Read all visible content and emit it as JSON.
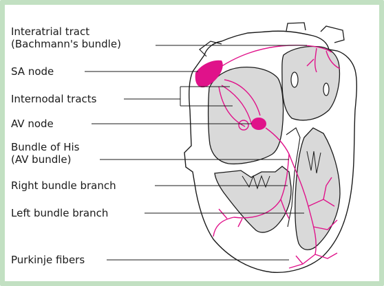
{
  "labels": {
    "interatrial_line1": "Interatrial tract",
    "interatrial_line2": "(Bachmann's bundle)",
    "sa_node": "SA node",
    "internodal_tracts": "Internodal tracts",
    "av_node": "AV node",
    "bundle_of_his_line1": "Bundle of His",
    "bundle_of_his_line2": "(AV bundle)",
    "right_bundle_branch": "Right bundle branch",
    "left_bundle_branch": "Left bundle branch",
    "purkinje_fibers": "Purkinje fibers"
  },
  "colors": {
    "frame": "#c2e0c2",
    "conduction": "#e0128a",
    "chamber_fill": "#d9d9d9",
    "outline": "#1a1a1a"
  }
}
